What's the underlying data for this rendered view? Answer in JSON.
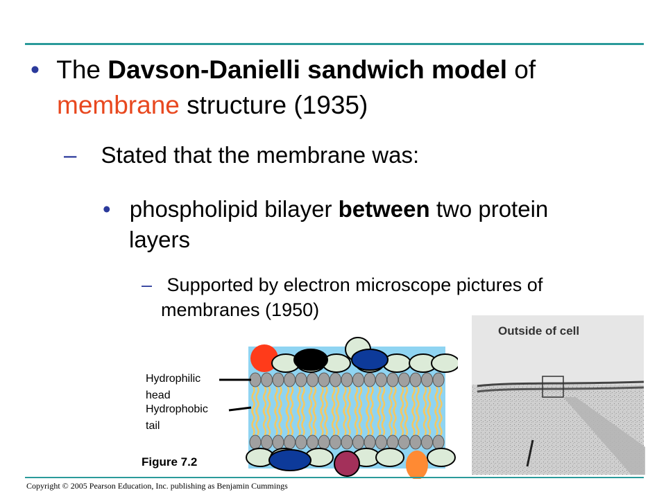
{
  "slide": {
    "bullet1": {
      "pre": "The ",
      "bold": "Davson-Danielli sandwich model",
      "mid": " of",
      "line2_red": "membrane",
      "line2_rest": " structure (1935)"
    },
    "dash1": "Stated that the membrane was:",
    "bullet2": {
      "pre": "phospholipid bilayer ",
      "bold": "between",
      "post": " two protein",
      "line2": "layers"
    },
    "dash2": {
      "line1": "Supported by electron microscope pictures of",
      "line2": "membranes (1950)"
    },
    "bullet_symbol": "•",
    "dash_symbol": "–"
  },
  "figure": {
    "label_hydrophilic_1": "Hydrophilic",
    "label_hydrophilic_2": "head",
    "label_hydrophobic_1": "Hydrophobic",
    "label_hydrophobic_2": "tail",
    "caption": "Figure 7.2",
    "micrograph_title": "Outside of cell",
    "colors": {
      "membrane_bg": "#8fd4f2",
      "protein_green": "#dcebd8",
      "protein_red": "#ff3b1a",
      "protein_black": "#000000",
      "protein_navy": "#0d3a9a",
      "protein_maroon": "#a3305a",
      "protein_orange": "#ff8a33",
      "head_gray": "#a0a0a0",
      "tail_yellow": "#f5c862"
    }
  },
  "footer": {
    "copyright": "Copyright © 2005 Pearson Education, Inc. publishing as Benjamin Cummings"
  },
  "theme": {
    "rule_color": "#2a9a9a",
    "bullet_color": "#2b3a9b",
    "highlight_red": "#e8481f"
  }
}
